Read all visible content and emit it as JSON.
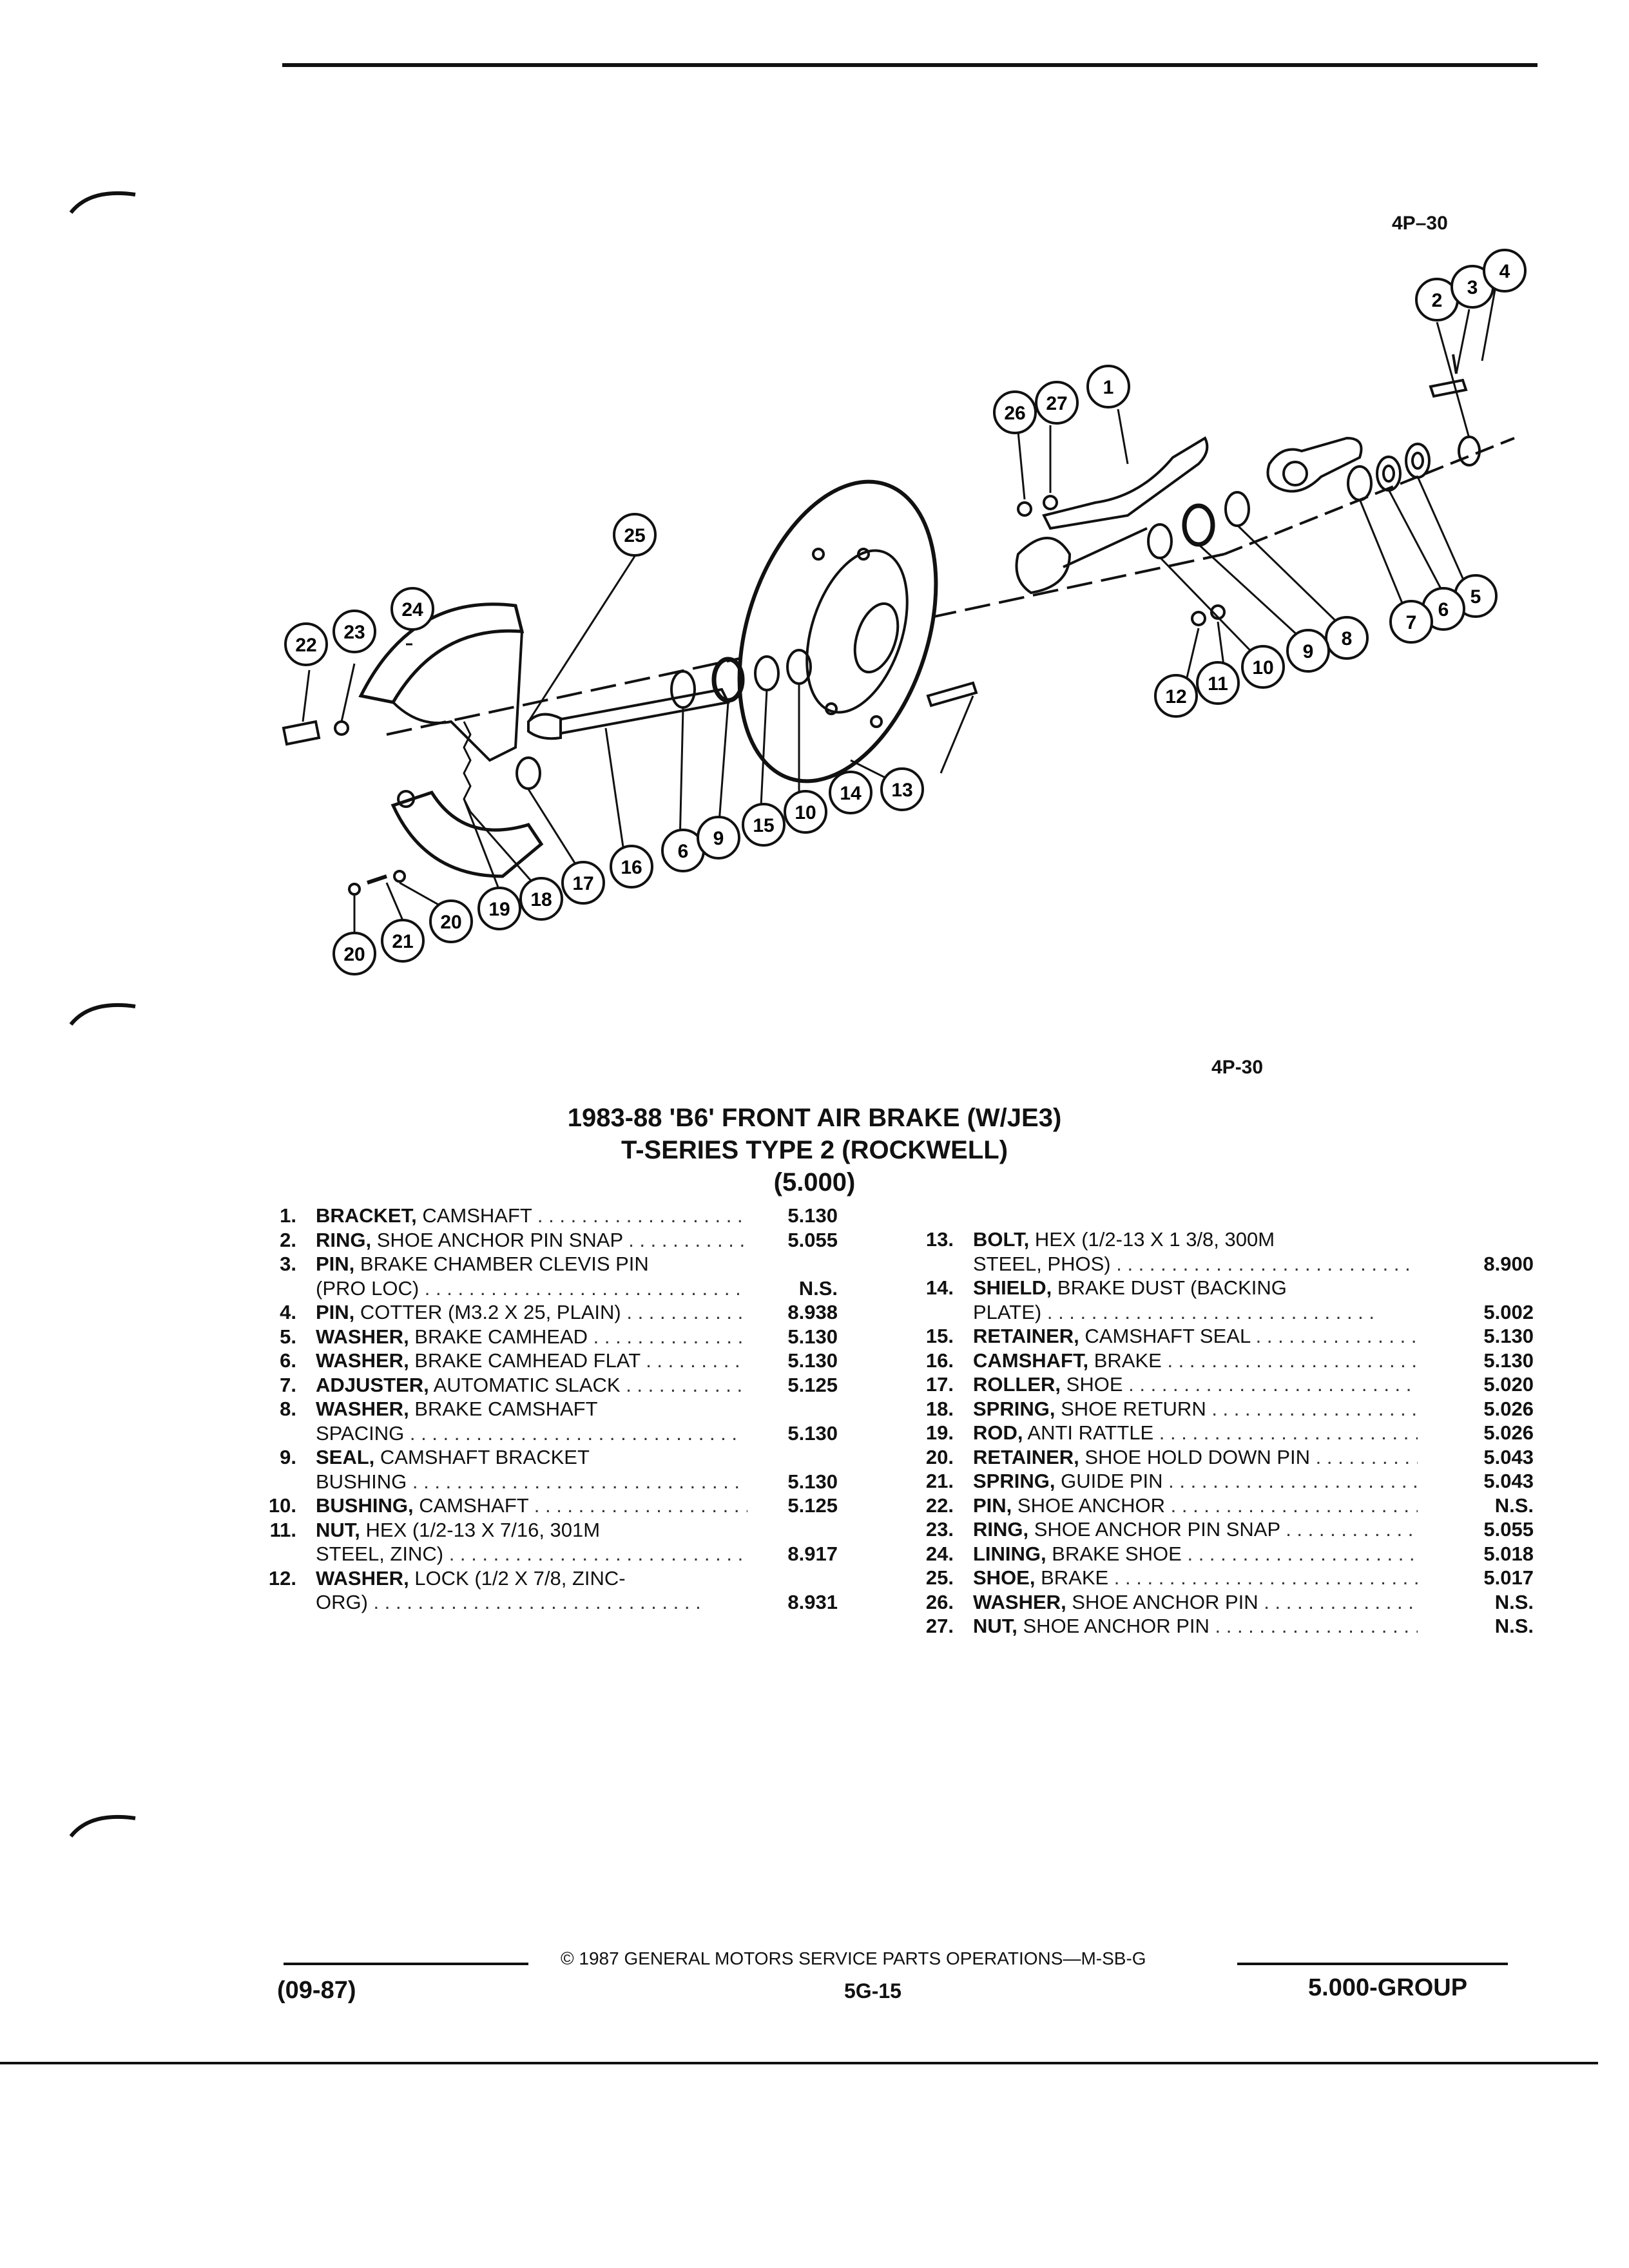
{
  "figure_code_top": "4P–30",
  "figure_code_bottom": "4P-30",
  "title_lines": [
    "1983-88 'B6' FRONT AIR BRAKE (W/JE3)",
    "T-SERIES TYPE 2 (ROCKWELL)",
    "(5.000)"
  ],
  "callouts": [
    "1",
    "2",
    "3",
    "4",
    "5",
    "6",
    "6",
    "7",
    "8",
    "9",
    "9",
    "10",
    "10",
    "11",
    "12",
    "13",
    "14",
    "15",
    "16",
    "17",
    "18",
    "19",
    "20",
    "20",
    "21",
    "22",
    "23",
    "24",
    "25",
    "26",
    "27"
  ],
  "parts_left": [
    {
      "num": "1.",
      "lines": [
        {
          "name": "BRACKET,",
          "rest": " CAMSHAFT",
          "ref": "5.130"
        }
      ]
    },
    {
      "num": "2.",
      "lines": [
        {
          "name": "RING,",
          "rest": " SHOE ANCHOR PIN SNAP",
          "ref": "5.055"
        }
      ]
    },
    {
      "num": "3.",
      "lines": [
        {
          "name": "PIN,",
          "rest": " BRAKE CHAMBER CLEVIS PIN",
          "ref": ""
        },
        {
          "name": "",
          "rest": "(PRO LOC)",
          "ref": "N.S."
        }
      ]
    },
    {
      "num": "4.",
      "lines": [
        {
          "name": "PIN,",
          "rest": " COTTER (M3.2 X 25, PLAIN)",
          "ref": "8.938"
        }
      ]
    },
    {
      "num": "5.",
      "lines": [
        {
          "name": "WASHER,",
          "rest": " BRAKE CAMHEAD",
          "ref": "5.130"
        }
      ]
    },
    {
      "num": "6.",
      "lines": [
        {
          "name": "WASHER,",
          "rest": " BRAKE CAMHEAD FLAT",
          "ref": "5.130"
        }
      ]
    },
    {
      "num": "7.",
      "lines": [
        {
          "name": "ADJUSTER,",
          "rest": " AUTOMATIC SLACK",
          "ref": "5.125"
        }
      ]
    },
    {
      "num": "8.",
      "lines": [
        {
          "name": "WASHER,",
          "rest": " BRAKE CAMSHAFT",
          "ref": ""
        },
        {
          "name": "",
          "rest": "SPACING",
          "ref": "5.130"
        }
      ]
    },
    {
      "num": "9.",
      "lines": [
        {
          "name": "SEAL,",
          "rest": " CAMSHAFT BRACKET",
          "ref": ""
        },
        {
          "name": "",
          "rest": "BUSHING",
          "ref": "5.130"
        }
      ]
    },
    {
      "num": "10.",
      "lines": [
        {
          "name": "BUSHING,",
          "rest": " CAMSHAFT",
          "ref": "5.125"
        }
      ]
    },
    {
      "num": "11.",
      "lines": [
        {
          "name": "NUT,",
          "rest": " HEX (1/2-13 X 7/16, 301M",
          "ref": ""
        },
        {
          "name": "",
          "rest": "STEEL, ZINC)",
          "ref": "8.917"
        }
      ]
    },
    {
      "num": "12.",
      "lines": [
        {
          "name": "WASHER,",
          "rest": " LOCK (1/2 X 7/8, ZINC-",
          "ref": ""
        },
        {
          "name": "",
          "rest": "ORG)",
          "ref": "8.931"
        }
      ]
    }
  ],
  "parts_right": [
    {
      "num": "13.",
      "lines": [
        {
          "name": "BOLT,",
          "rest": " HEX (1/2-13 X 1 3/8, 300M",
          "ref": ""
        },
        {
          "name": "",
          "rest": "STEEL, PHOS)",
          "ref": "8.900"
        }
      ]
    },
    {
      "num": "14.",
      "lines": [
        {
          "name": "SHIELD,",
          "rest": " BRAKE DUST (BACKING",
          "ref": ""
        },
        {
          "name": "",
          "rest": "PLATE)",
          "ref": "5.002"
        }
      ]
    },
    {
      "num": "15.",
      "lines": [
        {
          "name": "RETAINER,",
          "rest": " CAMSHAFT SEAL",
          "ref": "5.130"
        }
      ]
    },
    {
      "num": "16.",
      "lines": [
        {
          "name": "CAMSHAFT,",
          "rest": " BRAKE",
          "ref": "5.130"
        }
      ]
    },
    {
      "num": "17.",
      "lines": [
        {
          "name": "ROLLER,",
          "rest": " SHOE",
          "ref": "5.020"
        }
      ]
    },
    {
      "num": "18.",
      "lines": [
        {
          "name": "SPRING,",
          "rest": " SHOE RETURN",
          "ref": "5.026"
        }
      ]
    },
    {
      "num": "19.",
      "lines": [
        {
          "name": "ROD,",
          "rest": " ANTI RATTLE",
          "ref": "5.026"
        }
      ]
    },
    {
      "num": "20.",
      "lines": [
        {
          "name": "RETAINER,",
          "rest": " SHOE HOLD DOWN PIN",
          "ref": "5.043"
        }
      ]
    },
    {
      "num": "21.",
      "lines": [
        {
          "name": "SPRING,",
          "rest": " GUIDE PIN",
          "ref": "5.043"
        }
      ]
    },
    {
      "num": "22.",
      "lines": [
        {
          "name": "PIN,",
          "rest": " SHOE ANCHOR",
          "ref": "N.S."
        }
      ]
    },
    {
      "num": "23.",
      "lines": [
        {
          "name": "RING,",
          "rest": " SHOE ANCHOR PIN SNAP",
          "ref": "5.055"
        }
      ]
    },
    {
      "num": "24.",
      "lines": [
        {
          "name": "LINING,",
          "rest": " BRAKE SHOE",
          "ref": "5.018"
        }
      ]
    },
    {
      "num": "25.",
      "lines": [
        {
          "name": "SHOE,",
          "rest": " BRAKE",
          "ref": "5.017"
        }
      ]
    },
    {
      "num": "26.",
      "lines": [
        {
          "name": "WASHER,",
          "rest": " SHOE ANCHOR PIN",
          "ref": "N.S."
        }
      ]
    },
    {
      "num": "27.",
      "lines": [
        {
          "name": "NUT,",
          "rest": " SHOE ANCHOR PIN",
          "ref": "N.S."
        }
      ]
    }
  ],
  "footer": {
    "copyright": "©  1987  GENERAL MOTORS SERVICE PARTS OPERATIONS—M-SB-G",
    "date_code": "(09-87)",
    "page": "5G-15",
    "group": "5.000-GROUP"
  }
}
